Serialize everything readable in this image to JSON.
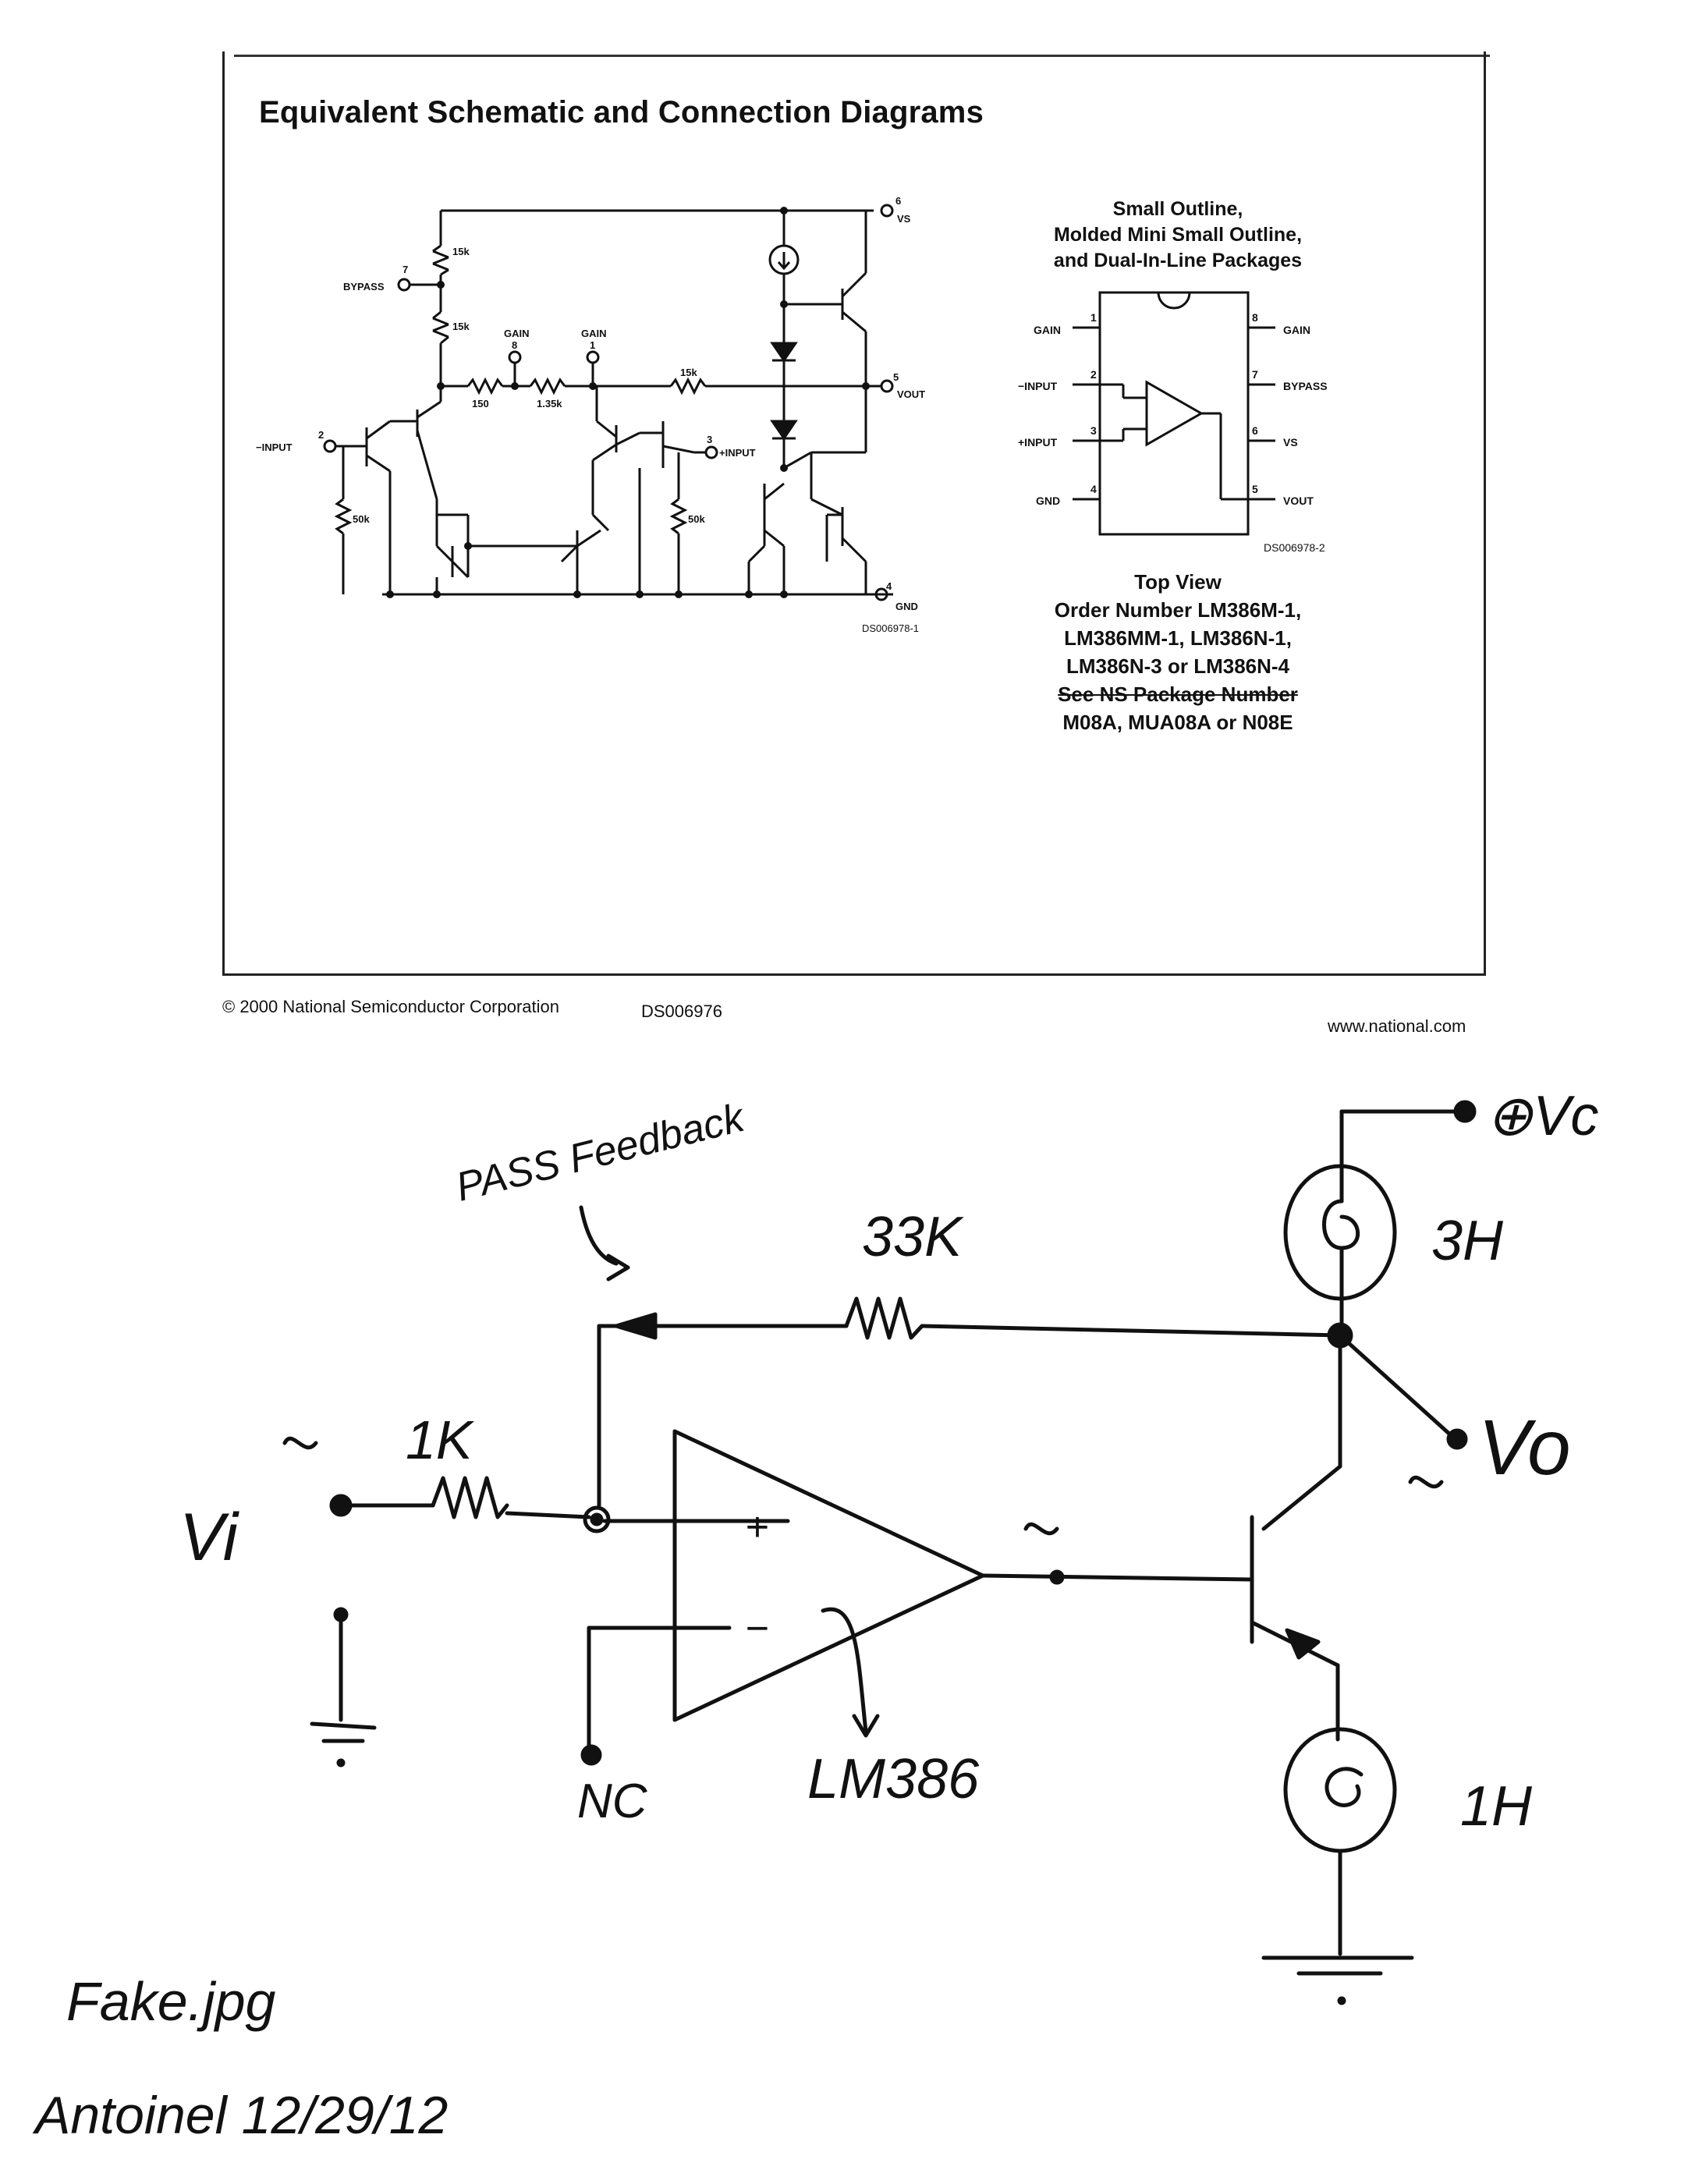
{
  "datasheet": {
    "title": "Equivalent Schematic and Connection Diagrams",
    "schematic": {
      "pins": {
        "pin6": "6",
        "vs": "VS",
        "pin7": "7",
        "bypass": "BYPASS",
        "pin8": "8",
        "gain8": "GAIN",
        "pin1": "1",
        "gain1": "GAIN",
        "pin5": "5",
        "vout": "VOUT",
        "pin2": "2",
        "minus_input": "−INPUT",
        "pin3": "3",
        "plus_input": "+INPUT",
        "pin4": "4",
        "gnd": "GND"
      },
      "resistors": {
        "r15k_top": "15k",
        "r15k_mid": "15k",
        "r150": "150",
        "r135k": "1.35k",
        "r15k_fb": "15k",
        "r50k_left": "50k",
        "r50k_right": "50k"
      },
      "figure_id": "DS006978-1"
    },
    "package": {
      "title_lines": [
        "Small Outline,",
        "Molded Mini Small Outline,",
        "and Dual-In-Line Packages"
      ],
      "left_pins": [
        {
          "num": "1",
          "label": "GAIN"
        },
        {
          "num": "2",
          "label": "−INPUT"
        },
        {
          "num": "3",
          "label": "+INPUT"
        },
        {
          "num": "4",
          "label": "GND"
        }
      ],
      "right_pins": [
        {
          "num": "8",
          "label": "GAIN"
        },
        {
          "num": "7",
          "label": "BYPASS"
        },
        {
          "num": "6",
          "label": "VS"
        },
        {
          "num": "5",
          "label": "VOUT"
        }
      ],
      "figure_id": "DS006978-2",
      "view": "Top View",
      "order_lines": [
        "Order Number LM386M-1,",
        "LM386MM-1, LM386N-1,",
        "LM386N-3 or LM386N-4"
      ],
      "see_line": "See NS Package Number",
      "package_line": "M08A, MUA08A or N08E"
    },
    "footer": {
      "copyright": "© 2000 National Semiconductor Corporation",
      "doc_id": "DS006976",
      "url": "www.national.com"
    }
  },
  "handwritten": {
    "feedback_note": "PASS Feedback",
    "r_feedback": "33K",
    "r_input": "1K",
    "vin": "Vi",
    "supply": "⊕Vc",
    "lamp_top": "3H",
    "lamp_bottom": "1H",
    "vout": "Vo",
    "plus": "+",
    "minus": "−",
    "nc": "NC",
    "chip": "LM386",
    "file_note": "Fake.jpg",
    "signature": "Antoinel 12/29/12"
  }
}
